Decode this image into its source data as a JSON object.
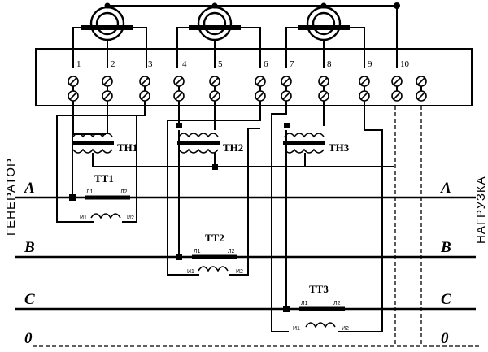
{
  "terminals": [
    "1",
    "2",
    "3",
    "4",
    "5",
    "6",
    "7",
    "8",
    "9",
    "10"
  ],
  "voltage_transformers": [
    "ТН1",
    "ТН2",
    "ТН3"
  ],
  "current_transformers": [
    {
      "name": "ТТ1",
      "l1": "Л1",
      "l2": "Л2",
      "i1": "И1",
      "i2": "И2"
    },
    {
      "name": "ТТ2",
      "l1": "Л1",
      "l2": "Л2",
      "i1": "И1",
      "i2": "И2"
    },
    {
      "name": "ТТ3",
      "l1": "Л1",
      "l2": "Л2",
      "i1": "И1",
      "i2": "И2"
    }
  ],
  "phases": [
    "A",
    "B",
    "C",
    "0"
  ],
  "side_labels": {
    "left": "ГЕНЕРАТОР",
    "right": "НАГРУЗКА"
  }
}
